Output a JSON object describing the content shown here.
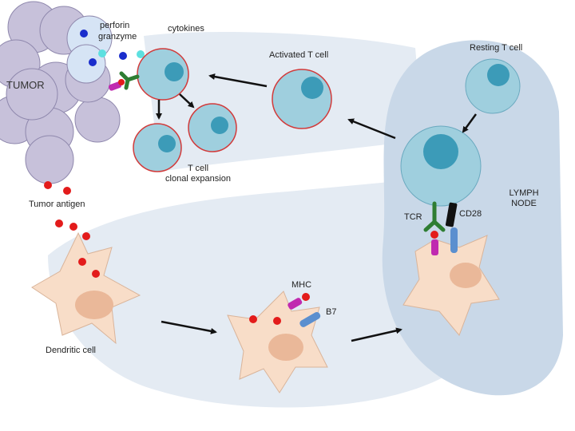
{
  "labels": {
    "perforin": "perforin",
    "granzyme": "granzyme",
    "cytokines": "cytokines",
    "tumor": "TUMOR",
    "activated_t_cell": "Activated T cell",
    "resting_t_cell": "Resting T cell",
    "t_cell_line1": "T cell",
    "t_cell_line2": "clonal expansion",
    "tumor_antigen": "Tumor antigen",
    "lymph_line1": "LYMPH",
    "lymph_line2": "NODE",
    "tcr": "TCR",
    "cd28": "CD28",
    "mhc": "MHC",
    "b7": "B7",
    "dendritic_cell": "Dendritic cell"
  },
  "colors": {
    "lymph_node": "#c9d8e8",
    "flow_band": "#e4ebf3",
    "tumor_cell": "#c7c1da",
    "t_cell": "#9fcfde",
    "t_nucleus": "#3c9bb8",
    "dendritic": "#f8ddc8",
    "dendritic_nucleus": "#eab899",
    "antigen": "#e31b1b",
    "perforin": "#5de0e0",
    "granzyme": "#1a2dcc",
    "tcr": "#2e7d32",
    "mhc": "#c02ab0",
    "b7": "#5b8fcf",
    "cd28": "#111111"
  }
}
